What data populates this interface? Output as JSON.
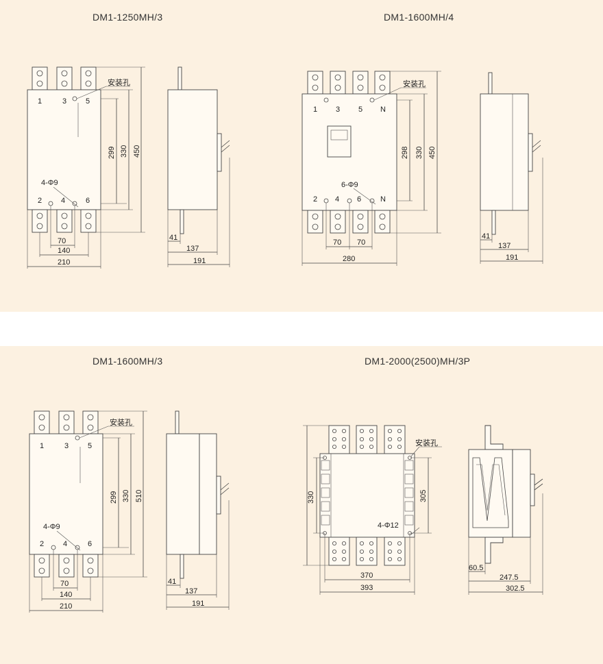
{
  "diagrams": [
    {
      "title": "DM1-1250MH/3",
      "mount_label": "安装孔",
      "hole_label": "4-Φ9",
      "terminals_top": [
        "1",
        "3",
        "5"
      ],
      "terminals_bottom": [
        "2",
        "4",
        "6"
      ],
      "front_dims": {
        "d1": "299",
        "d2": "330",
        "d3": "450",
        "w1": "70",
        "w2": "140",
        "w3": "210"
      },
      "side_dims": {
        "s1": "41",
        "s2": "137",
        "s3": "191"
      }
    },
    {
      "title": "DM1-1600MH/4",
      "mount_label": "安装孔",
      "hole_label": "6-Φ9",
      "terminals_top": [
        "1",
        "3",
        "5",
        "N"
      ],
      "terminals_bottom": [
        "2",
        "4",
        "6",
        "N"
      ],
      "front_dims": {
        "d1": "298",
        "d2": "330",
        "d3": "450",
        "w1": "70",
        "w2": "70",
        "w3": "280"
      },
      "side_dims": {
        "s1": "41",
        "s2": "137",
        "s3": "191"
      }
    },
    {
      "title": "DM1-1600MH/3",
      "mount_label": "安装孔",
      "hole_label": "4-Φ9",
      "terminals_top": [
        "1",
        "3",
        "5"
      ],
      "terminals_bottom": [
        "2",
        "4",
        "6"
      ],
      "front_dims": {
        "d1": "299",
        "d2": "330",
        "d3": "510",
        "w1": "70",
        "w2": "140",
        "w3": "210"
      },
      "side_dims": {
        "s1": "41",
        "s2": "137",
        "s3": "191"
      }
    },
    {
      "title": "DM1-2000(2500)MH/3P",
      "mount_label": "安装孔",
      "hole_label": "4-Φ12",
      "front_dims": {
        "d1": "330",
        "d2": "305",
        "w1": "370",
        "w2": "393"
      },
      "side_dims": {
        "s1": "60.5",
        "s2": "247.5",
        "s3": "302.5"
      }
    }
  ],
  "colors": {
    "panel": "#fcf1e1",
    "line": "#444444"
  }
}
